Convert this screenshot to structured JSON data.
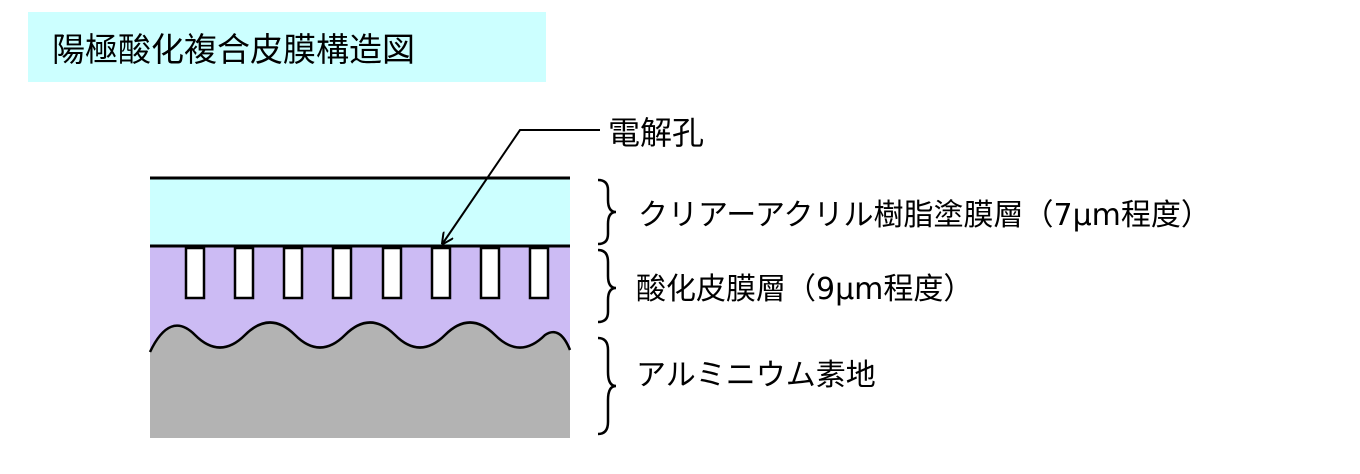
{
  "title": "陽極酸化複合皮膜構造図",
  "labels": {
    "pore": "電解孔",
    "clear_layer": "クリアーアクリル樹脂塗膜層（7μm程度）",
    "oxide_layer": "酸化皮膜層（9μm程度）",
    "aluminum": "アルミニウム素地"
  },
  "colors": {
    "title_bg": "#ccffff",
    "clear_layer": "#ccffff",
    "oxide_layer": "#ccbbf4",
    "aluminum": "#b3b3b3",
    "line": "#000000"
  },
  "pore_count": 8
}
